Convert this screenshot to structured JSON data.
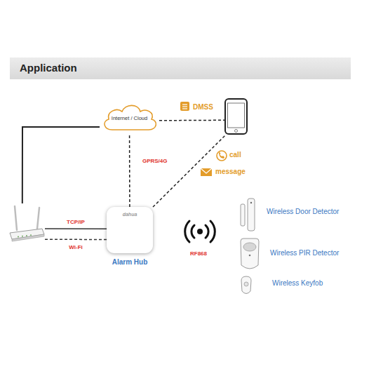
{
  "diagram": {
    "title": "Application",
    "nodes": [
      {
        "text": [
          "Internet / Cloud"
        ]
      },
      {
        "text": []
      },
      {
        "text": []
      },
      {
        "text": [
          "dahua",
          "Alarm Hub"
        ]
      }
    ],
    "edges": [
      {
        "from": 0,
        "to": 1,
        "label": "DMSS",
        "arrow": "none"
      },
      {
        "from": 2,
        "to": 0,
        "arrow": "none"
      },
      {
        "from": 3,
        "to": 0,
        "label": "GPRS/4G",
        "arrow": "none"
      },
      {
        "from": 3,
        "to": 1,
        "arrow": "none"
      },
      {
        "from": 2,
        "to": 3,
        "label": "TCP/IP",
        "arrow": "none"
      },
      {
        "from": 2,
        "to": 3,
        "label": "Wi-Fi",
        "arrow": "none"
      }
    ],
    "labels": [
      "call",
      "message",
      "RF868",
      "Wireless Door Detector",
      "Wireless PIR Detector",
      "Wireless Keyfob"
    ]
  }
}
